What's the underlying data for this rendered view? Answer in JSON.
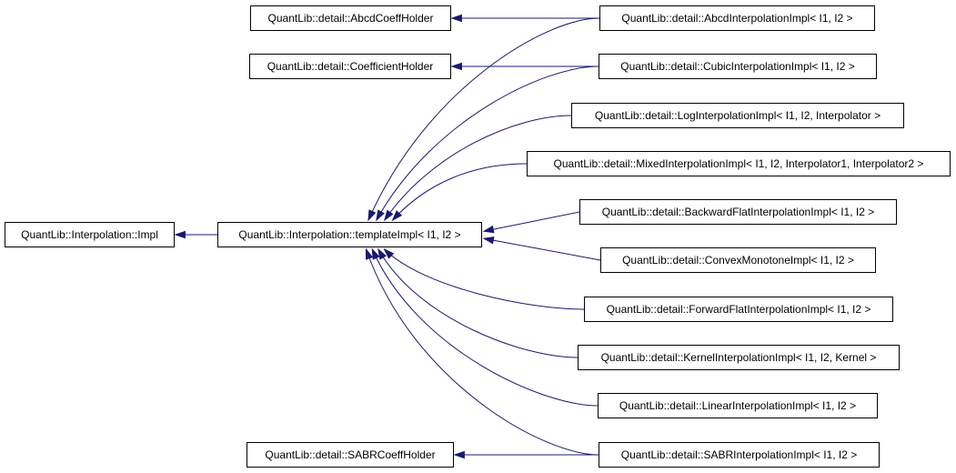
{
  "colors": {
    "edge": "#191970",
    "node_border": "#000000",
    "node_fill": "#ffffff",
    "text": "#000000"
  },
  "nodes": {
    "interp_impl": "QuantLib::Interpolation::Impl",
    "template_impl": "QuantLib::Interpolation::templateImpl< I1, I2 >",
    "abcd_coeff_holder": "QuantLib::detail::AbcdCoeffHolder",
    "coefficient_holder": "QuantLib::detail::CoefficientHolder",
    "sabr_coeff_holder": "QuantLib::detail::SABRCoeffHolder",
    "abcd_impl": "QuantLib::detail::AbcdInterpolationImpl< I1, I2 >",
    "cubic_impl": "QuantLib::detail::CubicInterpolationImpl< I1, I2 >",
    "log_impl": "QuantLib::detail::LogInterpolationImpl< I1, I2, Interpolator >",
    "mixed_impl": "QuantLib::detail::MixedInterpolationImpl< I1, I2, Interpolator1, Interpolator2 >",
    "backward_flat_impl": "QuantLib::detail::BackwardFlatInterpolationImpl< I1, I2 >",
    "convex_monotone_impl": "QuantLib::detail::ConvexMonotoneImpl< I1, I2 >",
    "forward_flat_impl": "QuantLib::detail::ForwardFlatInterpolationImpl< I1, I2 >",
    "kernel_impl": "QuantLib::detail::KernelInterpolationImpl< I1, I2, Kernel >",
    "linear_impl": "QuantLib::detail::LinearInterpolationImpl< I1, I2 >",
    "sabr_impl": "QuantLib::detail::SABRInterpolationImpl< I1, I2 >"
  },
  "edges": [
    {
      "from": "template_impl",
      "to": "interp_impl"
    },
    {
      "from": "abcd_impl",
      "to": "abcd_coeff_holder"
    },
    {
      "from": "cubic_impl",
      "to": "coefficient_holder"
    },
    {
      "from": "sabr_impl",
      "to": "sabr_coeff_holder"
    },
    {
      "from": "abcd_impl",
      "to": "template_impl"
    },
    {
      "from": "cubic_impl",
      "to": "template_impl"
    },
    {
      "from": "log_impl",
      "to": "template_impl"
    },
    {
      "from": "mixed_impl",
      "to": "template_impl"
    },
    {
      "from": "backward_flat_impl",
      "to": "template_impl"
    },
    {
      "from": "convex_monotone_impl",
      "to": "template_impl"
    },
    {
      "from": "forward_flat_impl",
      "to": "template_impl"
    },
    {
      "from": "kernel_impl",
      "to": "template_impl"
    },
    {
      "from": "linear_impl",
      "to": "template_impl"
    },
    {
      "from": "sabr_impl",
      "to": "template_impl"
    }
  ]
}
